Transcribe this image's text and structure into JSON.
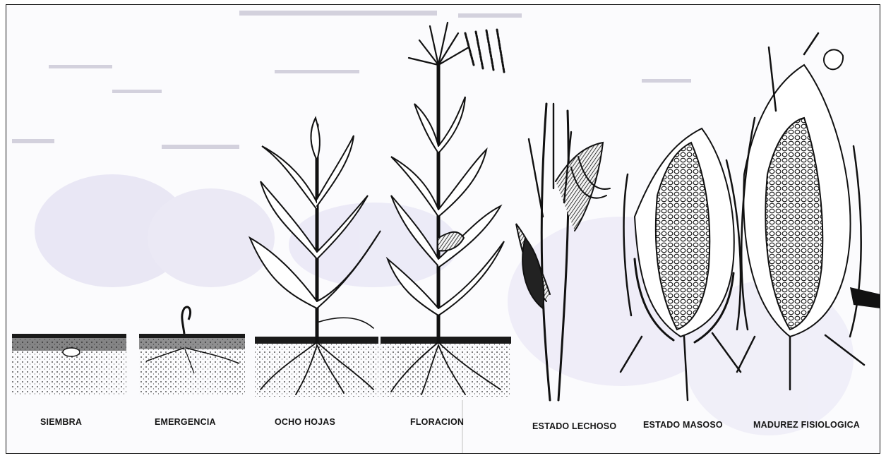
{
  "stages": [
    {
      "id": "siembra",
      "label": "SIEMBRA"
    },
    {
      "id": "emergencia",
      "label": "EMERGENCIA"
    },
    {
      "id": "ocho-hojas",
      "label": "OCHO HOJAS"
    },
    {
      "id": "floracion",
      "label": "FLORACION"
    },
    {
      "id": "estado-lechoso",
      "label": "ESTADO LECHOSO"
    },
    {
      "id": "estado-masoso",
      "label": "ESTADO MASOSO"
    },
    {
      "id": "madurez-fisiologica",
      "label": "MADUREZ FISIOLOGICA"
    }
  ],
  "colors": {
    "ink": "#151515",
    "soil": "#1a1a1a",
    "background": "#fbfbfd",
    "stain": "#b9b3dc"
  }
}
